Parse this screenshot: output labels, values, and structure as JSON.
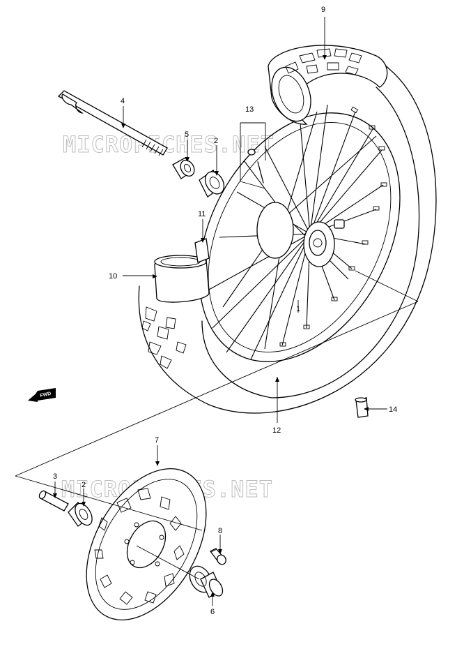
{
  "watermark": {
    "text": "MICROFICHES.NET"
  },
  "direction_badge": {
    "text": "FWD",
    "icon": "forward-arrow-icon"
  },
  "parts": [
    {
      "key": "p9",
      "number": "9"
    },
    {
      "key": "p4",
      "number": "4"
    },
    {
      "key": "p13",
      "number": "13"
    },
    {
      "key": "p5",
      "number": "5"
    },
    {
      "key": "p2a",
      "number": "2"
    },
    {
      "key": "p11",
      "number": "11"
    },
    {
      "key": "p10",
      "number": "10"
    },
    {
      "key": "p1",
      "number": "1"
    },
    {
      "key": "p14",
      "number": "14"
    },
    {
      "key": "p12",
      "number": "12"
    },
    {
      "key": "p7",
      "number": "7"
    },
    {
      "key": "p3",
      "number": "3"
    },
    {
      "key": "p2b",
      "number": "2"
    },
    {
      "key": "p8",
      "number": "8"
    },
    {
      "key": "p6",
      "number": "6"
    }
  ]
}
